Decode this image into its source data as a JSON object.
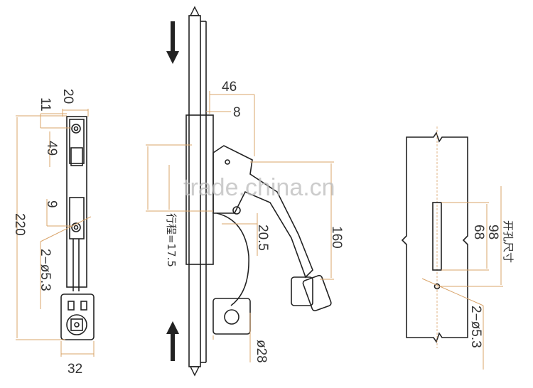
{
  "drawing": {
    "left_view": {
      "dim_top_width": "20",
      "dim_top_offset": "11",
      "dim_hole_spacing_upper": "49",
      "dim_hole_spacing_lower": "9",
      "dim_total_length": "220",
      "dim_holes": "2−ø5.3",
      "dim_bottom_width": "32"
    },
    "middle_view": {
      "dim_depth": "46",
      "dim_offset": "8",
      "dim_stroke": "行程=17.5",
      "dim_handle": "20.5",
      "dim_height": "160",
      "dim_knob": "ø28"
    },
    "right_view": {
      "dim_slot": "68",
      "dim_hole_to_slot": "98",
      "cutout_label": "开孔尺寸",
      "dim_holes": "2−ø5.3"
    },
    "watermark": "trade.china.cn",
    "colors": {
      "line": "#222222",
      "dimension": "#d9a46a"
    }
  }
}
